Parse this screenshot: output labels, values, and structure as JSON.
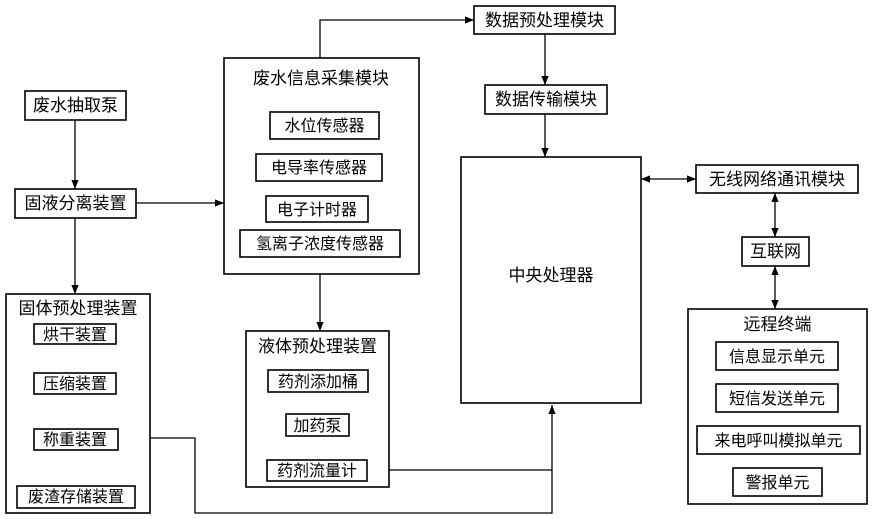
{
  "nodes": {
    "waste_pump": "废水抽取泵",
    "solid_liquid_separator": "固液分离装置",
    "info_module_title": "废水信息采集模块",
    "water_level_sensor": "水位传感器",
    "conductivity_sensor": "电导率传感器",
    "electronic_timer": "电子计时器",
    "hydrogen_ion_sensor": "氢离子浓度传感器",
    "data_preprocess": "数据预处理模块",
    "data_transmission": "数据传输模块",
    "central_processor": "中央处理器",
    "wireless_module": "无线网络通讯模块",
    "internet": "互联网",
    "remote_terminal_title": "远程终端",
    "info_display": "信息显示单元",
    "sms_send": "短信发送单元",
    "call_sim": "来电呼叫模拟单元",
    "alarm": "警报单元",
    "solid_pre_title": "固体预处理装置",
    "dryer": "烘干装置",
    "compressor": "压缩装置",
    "weigher": "称重装置",
    "waste_storage": "废渣存储装置",
    "liquid_pre_title": "液体预处理装置",
    "agent_tank": "药剂添加桶",
    "dosing_pump": "加药泵",
    "flow_meter": "药剂流量计"
  }
}
